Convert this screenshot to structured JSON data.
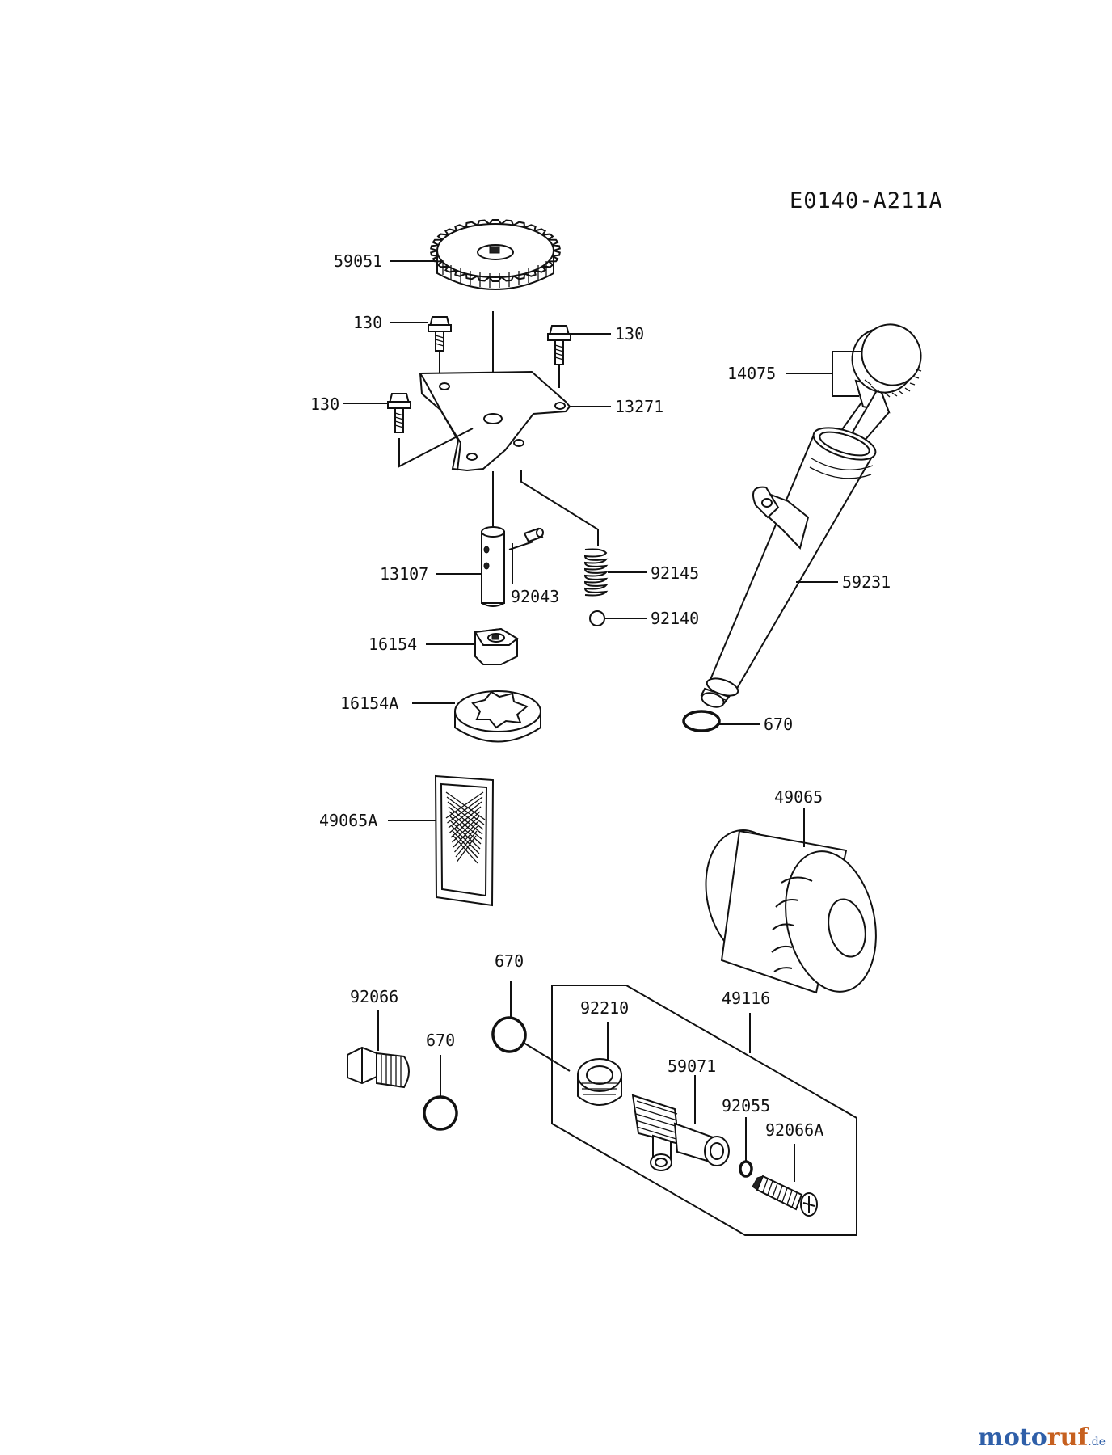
{
  "diagram_code": "E0140-A211A",
  "watermark": {
    "part1": "moto",
    "part2": "ruf",
    "suffix": ".de"
  },
  "labels": {
    "p59051": "59051",
    "p130a": "130",
    "p130b": "130",
    "p130c": "130",
    "p13271": "13271",
    "p14075": "14075",
    "p13107": "13107",
    "p92043": "92043",
    "p92145": "92145",
    "p92140": "92140",
    "p59231": "59231",
    "p16154": "16154",
    "p16154A": "16154A",
    "p670a": "670",
    "p49065A": "49065A",
    "p49065": "49065",
    "p670b": "670",
    "p49116": "49116",
    "p92066": "92066",
    "p92210": "92210",
    "p670c": "670",
    "p59071": "59071",
    "p92055": "92055",
    "p92066A": "92066A"
  }
}
